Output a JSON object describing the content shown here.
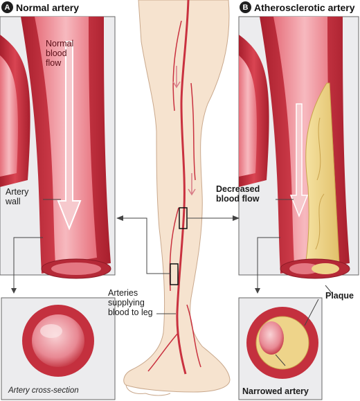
{
  "panel_a": {
    "badge": "A",
    "title": "Normal artery",
    "flow_label_1": "Normal",
    "flow_label_2": "blood",
    "flow_label_3": "flow",
    "wall_label_1": "Artery",
    "wall_label_2": "wall",
    "cross_section_caption": "Artery cross-section"
  },
  "panel_b": {
    "badge": "B",
    "title": "Atherosclerotic artery",
    "flow_label_1": "Decreased",
    "flow_label_2": "blood flow",
    "plaque_label": "Plaque",
    "narrowed_caption": "Narrowed artery"
  },
  "leg": {
    "arteries_label_1": "Arteries",
    "arteries_label_2": "supplying",
    "arteries_label_3": "blood to leg"
  },
  "colors": {
    "artery_red": "#c9313f",
    "artery_pink": "#ee8d96",
    "plaque_yellow": "#f1d98a",
    "skin": "#f6e3cf",
    "panel_gray": "#ececee"
  }
}
